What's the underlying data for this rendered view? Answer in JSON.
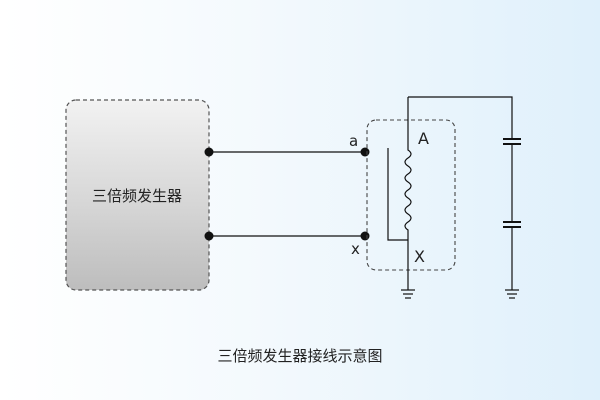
{
  "diagram": {
    "generator_label": "三倍频发生器",
    "caption": "三倍频发生器接线示意图",
    "terminals": {
      "a": "a",
      "x": "x",
      "A": "A",
      "X": "X"
    }
  }
}
